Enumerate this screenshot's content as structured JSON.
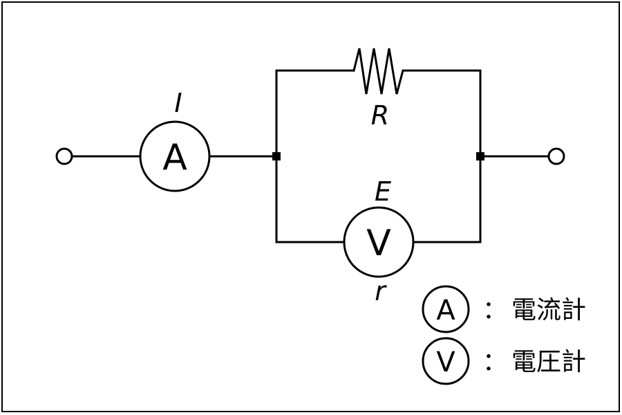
{
  "circuit": {
    "current_label": "I",
    "resistor_label": "R",
    "voltmeter_top_label": "E",
    "voltmeter_bottom_label": "r",
    "ammeter_symbol": "A",
    "voltmeter_symbol": "V"
  },
  "legend": {
    "items": [
      {
        "symbol": "A",
        "separator": "：",
        "meaning": "電流計"
      },
      {
        "symbol": "V",
        "separator": "：",
        "meaning": "電圧計"
      }
    ]
  }
}
